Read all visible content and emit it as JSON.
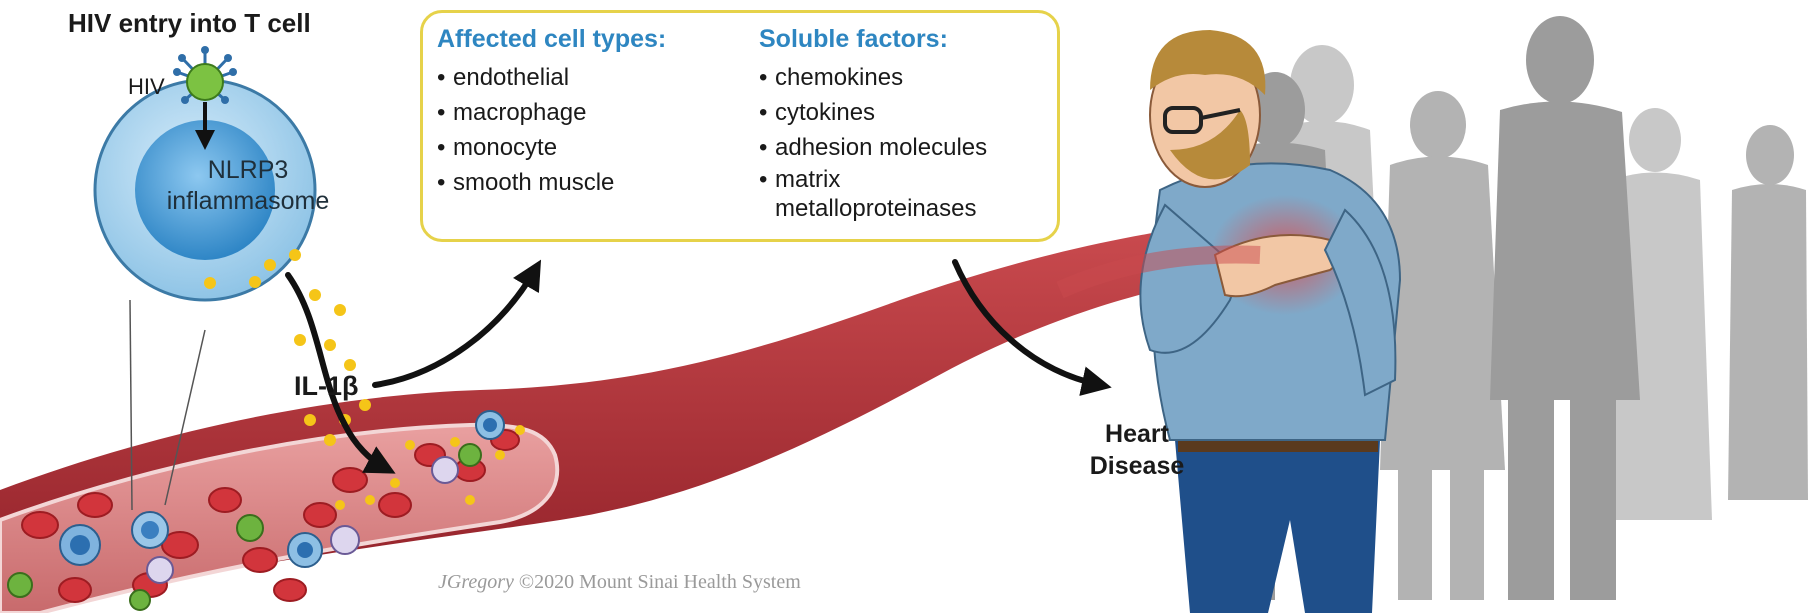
{
  "title": "HIV entry into T cell",
  "hiv_label": "HIV",
  "nlrp3": {
    "line1": "NLRP3",
    "line2": "inflammasome"
  },
  "il1b_label": "IL-1β",
  "affected": {
    "heading": "Affected cell types:",
    "items": [
      "endothelial",
      "macrophage",
      "monocyte",
      "smooth muscle"
    ]
  },
  "soluble": {
    "heading": "Soluble factors:",
    "items": [
      "chemokines",
      "cytokines",
      "adhesion molecules",
      "matrix",
      "metalloproteinases"
    ]
  },
  "outcome": {
    "line1": "Heart",
    "line2": "Disease"
  },
  "credit": {
    "artist": "JGregory",
    "rest": " ©2020 Mount Sinai Health System"
  },
  "colors": {
    "accent_heading": "#2e86c1",
    "box_border": "#e6d24a",
    "vessel": "#b8323a",
    "t_cell": "#a9d4ef",
    "virus": "#7cc242",
    "il1b_particles": "#f5c518",
    "silhouettes": "#a6a6a6"
  },
  "icons": [
    "hiv-virus-icon",
    "t-cell-icon",
    "blood-vessel-icon",
    "person-chest-pain-icon",
    "crowd-silhouette-icon"
  ]
}
